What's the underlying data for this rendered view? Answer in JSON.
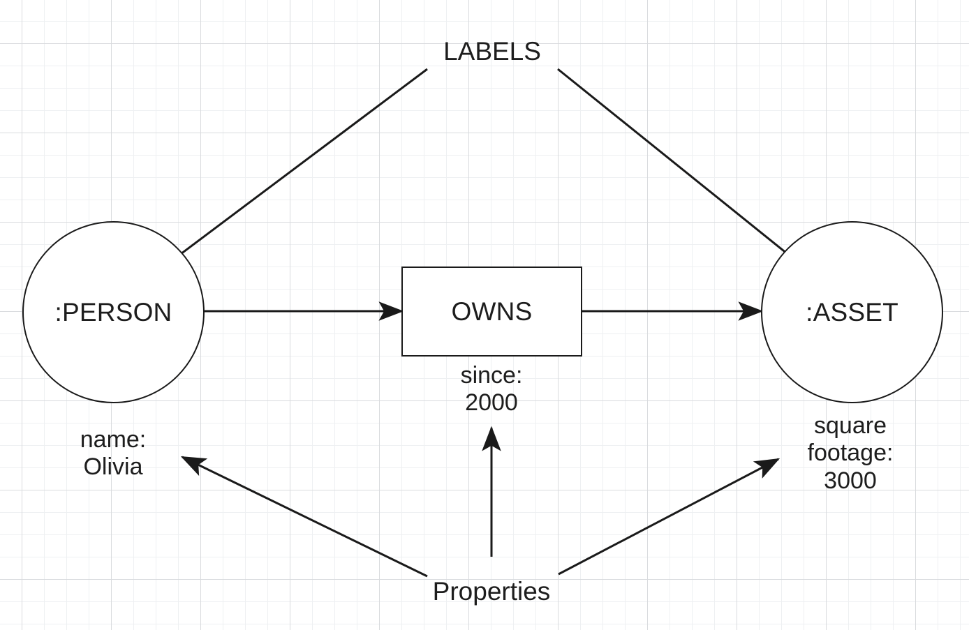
{
  "diagram": {
    "title_annotations": {
      "labels": "LABELS",
      "properties": "Properties"
    },
    "nodes": [
      {
        "id": "person",
        "shape": "circle",
        "label": ":PERSON"
      },
      {
        "id": "owns",
        "shape": "rectangle",
        "label": "OWNS"
      },
      {
        "id": "asset",
        "shape": "circle",
        "label": ":ASSET"
      }
    ],
    "property_texts": [
      {
        "id": "person-property",
        "lines": "name:\nOlivia"
      },
      {
        "id": "owns-property",
        "lines": "since:\n2000"
      },
      {
        "id": "asset-property",
        "lines": "square\nfootage:\n3000"
      }
    ],
    "relationships": [
      {
        "from": ":PERSON",
        "to": "OWNS",
        "type": "directed"
      },
      {
        "from": "OWNS",
        "to": ":ASSET",
        "type": "directed"
      }
    ],
    "annotation_arrows": [
      {
        "from": "LABELS",
        "to": ":PERSON"
      },
      {
        "from": "LABELS",
        "to": ":ASSET"
      },
      {
        "from": "Properties",
        "to": "name: Olivia"
      },
      {
        "from": "Properties",
        "to": "since: 2000"
      },
      {
        "from": "Properties",
        "to": "square footage: 3000"
      }
    ],
    "colors": {
      "stroke": "#1a1a1a",
      "text": "#1d1d1d",
      "background": "#ffffff",
      "grid_minor": "#eef0f2",
      "grid_major": "#d9dbde"
    }
  }
}
